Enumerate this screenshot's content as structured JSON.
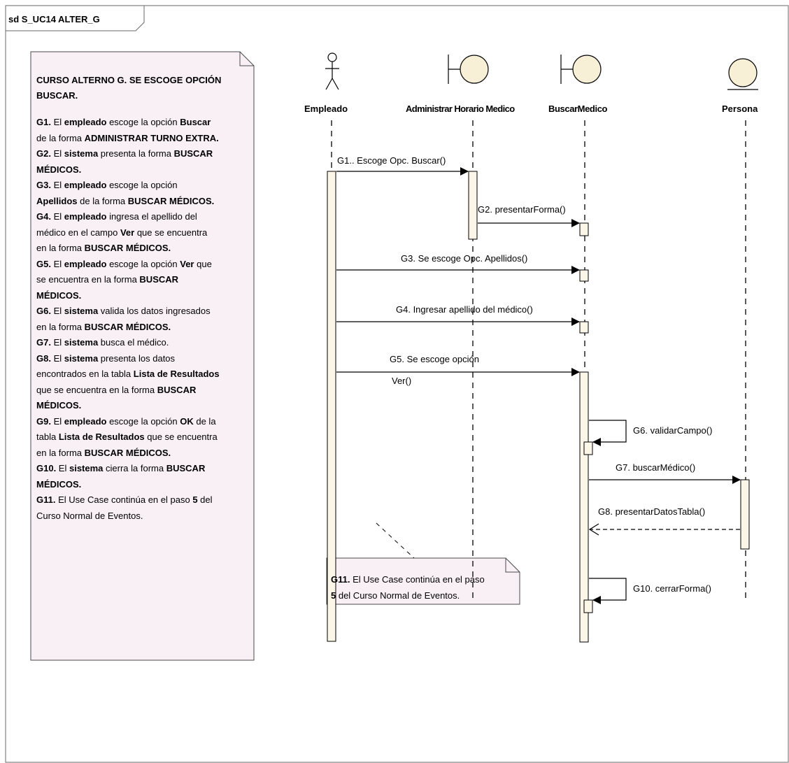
{
  "frame": {
    "label": "sd S_UC14 ALTER_G"
  },
  "lifelines": [
    {
      "id": "empleado",
      "label": "Empleado",
      "kind": "actor"
    },
    {
      "id": "admin",
      "label": "Administrar Horario Medico",
      "kind": "boundary"
    },
    {
      "id": "buscar",
      "label": "BuscarMedico",
      "kind": "boundary"
    },
    {
      "id": "persona",
      "label": "Persona",
      "kind": "entity"
    }
  ],
  "messages": [
    {
      "label": "G1.. Escoge Opc. Buscar()",
      "from": "empleado",
      "to": "admin",
      "style": "sync"
    },
    {
      "label": "G2. presentarForma()",
      "from": "admin",
      "to": "buscar",
      "style": "sync"
    },
    {
      "label": "G3. Se escoge Opc. Apellidos()",
      "from": "empleado",
      "to": "buscar",
      "style": "sync"
    },
    {
      "label": "G4. Ingresar apellido del médico()",
      "from": "empleado",
      "to": "buscar",
      "style": "sync"
    },
    {
      "label": "G5. Se escoge opción",
      "label2": "Ver()",
      "from": "empleado",
      "to": "buscar",
      "style": "sync"
    },
    {
      "label": "G6. validarCampo()",
      "from": "buscar",
      "to": "buscar",
      "style": "self"
    },
    {
      "label": "G7. buscarMédico()",
      "from": "buscar",
      "to": "persona",
      "style": "sync"
    },
    {
      "label": "G8. presentarDatosTabla()",
      "from": "persona",
      "to": "buscar",
      "style": "return"
    },
    {
      "label": "G10. cerrarForma()",
      "from": "buscar",
      "to": "buscar",
      "style": "self"
    }
  ],
  "note_left": {
    "title": "CURSO ALTERNO G. SE ESCOGE OPCIÓN BUSCAR.",
    "lines": [
      [
        [
          "b",
          "G1."
        ],
        [
          "t",
          " El "
        ],
        [
          "b",
          "empleado"
        ],
        [
          "t",
          " escoge la opción "
        ],
        [
          "b",
          "Buscar"
        ]
      ],
      [
        [
          "t",
          "de la forma "
        ],
        [
          "b",
          "ADMINISTRAR TURNO EXTRA."
        ]
      ],
      [
        [
          "b",
          "G2."
        ],
        [
          "t",
          " El "
        ],
        [
          "b",
          "sistema"
        ],
        [
          "t",
          " presenta la forma "
        ],
        [
          "b",
          "BUSCAR"
        ]
      ],
      [
        [
          "b",
          "MÉDICOS."
        ]
      ],
      [
        [
          "b",
          "G3."
        ],
        [
          "t",
          " El "
        ],
        [
          "b",
          "empleado"
        ],
        [
          "t",
          " escoge la opción"
        ]
      ],
      [
        [
          "b",
          "Apellidos"
        ],
        [
          "t",
          " de la forma "
        ],
        [
          "b",
          "BUSCAR MÉDICOS."
        ]
      ],
      [
        [
          "b",
          "G4."
        ],
        [
          "t",
          " El "
        ],
        [
          "b",
          "empleado"
        ],
        [
          "t",
          " ingresa el apellido del"
        ]
      ],
      [
        [
          "t",
          "médico en el campo "
        ],
        [
          "b",
          "Ver"
        ],
        [
          "t",
          " que se encuentra"
        ]
      ],
      [
        [
          "t",
          "en la forma "
        ],
        [
          "b",
          "BUSCAR MÉDICOS."
        ]
      ],
      [
        [
          "b",
          "G5."
        ],
        [
          "t",
          " El "
        ],
        [
          "b",
          "empleado"
        ],
        [
          "t",
          " escoge la opción "
        ],
        [
          "b",
          "Ver"
        ],
        [
          "t",
          " que"
        ]
      ],
      [
        [
          "t",
          "se encuentra en la forma "
        ],
        [
          "b",
          "BUSCAR"
        ]
      ],
      [
        [
          "b",
          "MÉDICOS."
        ]
      ],
      [
        [
          "b",
          "G6."
        ],
        [
          "t",
          " El "
        ],
        [
          "b",
          "sistema"
        ],
        [
          "t",
          " valida los datos ingresados"
        ]
      ],
      [
        [
          "t",
          "en la forma "
        ],
        [
          "b",
          "BUSCAR MÉDICOS."
        ]
      ],
      [
        [
          "b",
          "G7."
        ],
        [
          "t",
          " El "
        ],
        [
          "b",
          "sistema"
        ],
        [
          "t",
          " busca el médico."
        ]
      ],
      [
        [
          "b",
          "G8."
        ],
        [
          "t",
          " El "
        ],
        [
          "b",
          "sistema"
        ],
        [
          "t",
          " presenta los datos"
        ]
      ],
      [
        [
          "t",
          "encontrados en la tabla "
        ],
        [
          "b",
          "Lista de Resultados"
        ]
      ],
      [
        [
          "t",
          "que se encuentra en la forma "
        ],
        [
          "b",
          "BUSCAR"
        ]
      ],
      [
        [
          "b",
          "MÉDICOS."
        ]
      ],
      [
        [
          "b",
          "G9."
        ],
        [
          "t",
          " El "
        ],
        [
          "b",
          "empleado"
        ],
        [
          "t",
          " escoge la opción "
        ],
        [
          "b",
          "OK"
        ],
        [
          "t",
          " de la"
        ]
      ],
      [
        [
          "t",
          "tabla "
        ],
        [
          "b",
          "Lista de Resultados"
        ],
        [
          "t",
          " que se encuentra"
        ]
      ],
      [
        [
          "t",
          "en la forma "
        ],
        [
          "b",
          "BUSCAR MÉDICOS."
        ]
      ],
      [
        [
          "b",
          "G10."
        ],
        [
          "t",
          " El "
        ],
        [
          "b",
          "sistema"
        ],
        [
          "t",
          " cierra la forma "
        ],
        [
          "b",
          "BUSCAR"
        ]
      ],
      [
        [
          "b",
          "MÉDICOS."
        ]
      ],
      [
        [
          "b",
          "G11."
        ],
        [
          "t",
          " El Use Case continúa en el paso "
        ],
        [
          "b",
          "5"
        ],
        [
          "t",
          " del"
        ]
      ],
      [
        [
          "t",
          "Curso Normal de Eventos."
        ]
      ]
    ]
  },
  "note_bottom": {
    "lines": [
      [
        [
          "b",
          "G11."
        ],
        [
          "t",
          " El Use Case continúa en el paso"
        ]
      ],
      [
        [
          "b",
          "5"
        ],
        [
          "t",
          " del Curso Normal de Eventos."
        ]
      ]
    ]
  }
}
